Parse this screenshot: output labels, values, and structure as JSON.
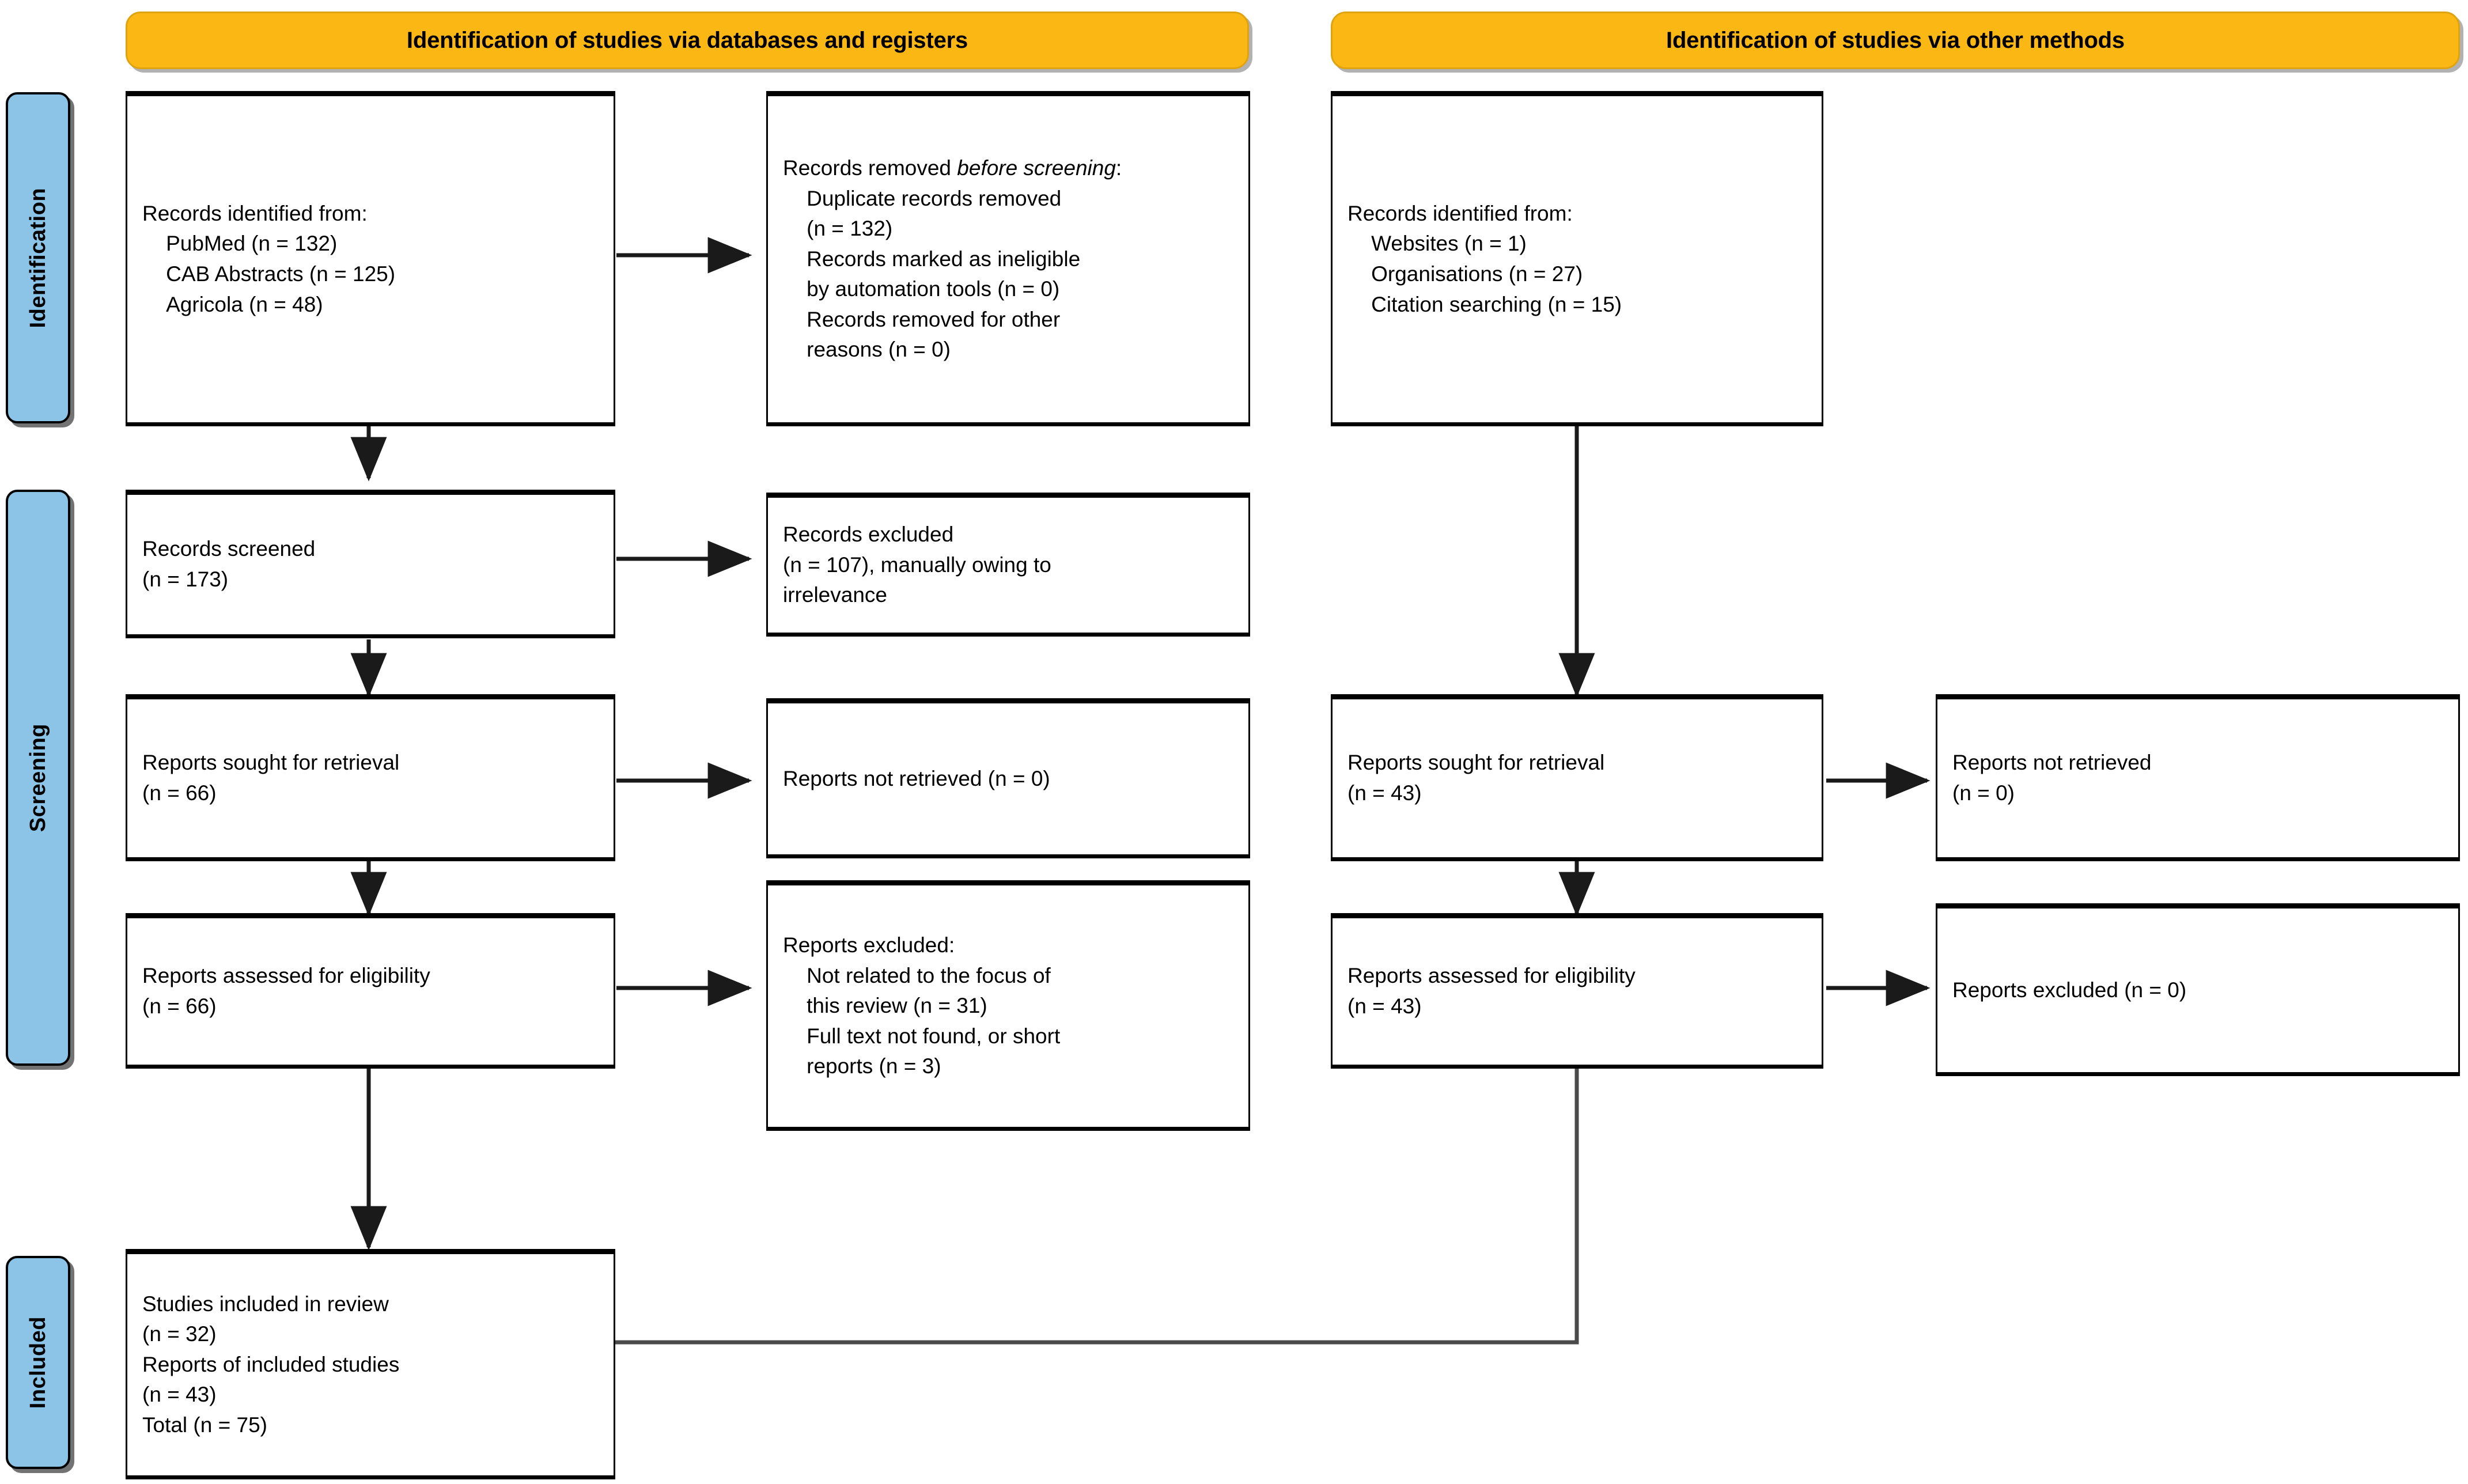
{
  "diagram": {
    "type": "prisma-flow-diagram",
    "colors": {
      "banner_fill": "#FBB714",
      "banner_border": "#E0A310",
      "stage_label_fill": "#8CC4E8",
      "box_border": "#000000",
      "page_background": "#FFFFFF",
      "connector": "#3F3F3F"
    }
  },
  "banners": {
    "databases": "Identification of studies via databases and registers",
    "other": "Identification of studies via other methods"
  },
  "stages": {
    "identification": "Identification",
    "screening": "Screening",
    "included": "Included"
  },
  "boxes": {
    "db_identified": {
      "label": "Records identified from:",
      "lines": [
        "Records identified from:",
        "    PubMed (n = 132)",
        "    CAB Abstracts (n = 125)",
        "    Agricola (n = 48)"
      ],
      "sources": [
        {
          "name": "PubMed",
          "n": 132
        },
        {
          "name": "CAB Abstracts",
          "n": 125
        },
        {
          "name": "Agricola",
          "n": 48
        }
      ]
    },
    "db_removed_before_screening": {
      "heading_prefix": "Records removed ",
      "heading_italic": "before screening",
      "heading_suffix": ":",
      "lines": [
        "    Duplicate records removed",
        "    (n = 132)",
        "    Records marked as ineligible",
        "    by automation tools (n = 0)",
        "    Records removed for other",
        "    reasons (n = 0)"
      ],
      "items": [
        {
          "name": "Duplicate records removed",
          "n": 132
        },
        {
          "name": "Records marked as ineligible by automation tools",
          "n": 0
        },
        {
          "name": "Records removed for other reasons",
          "n": 0
        }
      ]
    },
    "db_screened": {
      "lines": [
        "Records screened",
        "(n = 173)"
      ],
      "n": 173
    },
    "db_records_excluded": {
      "lines": [
        "Records excluded",
        "(n = 107), manually owing to",
        "irrelevance"
      ],
      "n": 107
    },
    "db_sought": {
      "lines": [
        "Reports sought for retrieval",
        "(n = 66)"
      ],
      "n": 66
    },
    "db_not_retrieved": {
      "lines": [
        "Reports not retrieved (n = 0)"
      ],
      "n": 0
    },
    "db_assessed": {
      "lines": [
        "Reports assessed for eligibility",
        "(n = 66)"
      ],
      "n": 66
    },
    "db_reports_excluded": {
      "lines": [
        "Reports excluded:",
        "    Not related to the focus of",
        "    this review (n = 31)",
        "    Full text not found, or short",
        "    reports (n = 3)"
      ],
      "items": [
        {
          "name": "Not related to the focus of this review",
          "n": 31
        },
        {
          "name": "Full text not found, or short reports",
          "n": 3
        }
      ]
    },
    "other_identified": {
      "lines": [
        "Records identified from:",
        "    Websites (n = 1)",
        "    Organisations (n = 27)",
        "    Citation searching (n = 15)"
      ],
      "sources": [
        {
          "name": "Websites",
          "n": 1
        },
        {
          "name": "Organisations",
          "n": 27
        },
        {
          "name": "Citation searching",
          "n": 15
        }
      ]
    },
    "other_sought": {
      "lines": [
        "Reports sought for retrieval",
        "(n = 43)"
      ],
      "n": 43
    },
    "other_not_retrieved": {
      "lines": [
        "Reports not retrieved",
        "(n = 0)"
      ],
      "n": 0
    },
    "other_assessed": {
      "lines": [
        "Reports assessed for eligibility",
        "(n = 43)"
      ],
      "n": 43
    },
    "other_excluded": {
      "lines": [
        "Reports excluded (n = 0)"
      ],
      "n": 0
    },
    "included_studies": {
      "lines": [
        "Studies included in review",
        "(n = 32)",
        "Reports of included studies",
        "(n = 43)",
        "Total (n = 75)"
      ],
      "studies_included_n": 32,
      "reports_of_included_studies_n": 43,
      "total_n": 75
    }
  }
}
